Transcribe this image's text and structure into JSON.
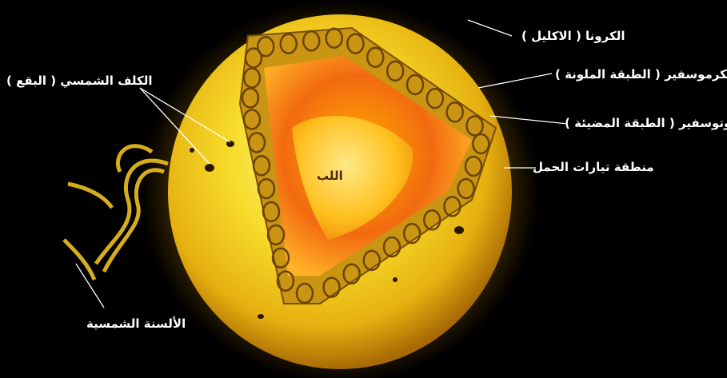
{
  "diagram": {
    "labels": {
      "corona": "الكرونا ( الاكليل )",
      "chromosphere": "الكرموسفير ( الطبقة الملونة )",
      "photosphere": "الفوتوسفير ( الطبقة المضيئة )",
      "convection_zone": "منطقة تيارات الحمل",
      "sunspots": "الكلف الشمسي ( البقع )",
      "prominences": "الألسنة الشمسية",
      "core": "اللب"
    },
    "colors": {
      "background": "#000000",
      "surface": "#f5d21a",
      "cells": "#c98a10",
      "interior": "#e8450a",
      "core": "#ffc01e",
      "label_text": "#ffffff"
    }
  }
}
